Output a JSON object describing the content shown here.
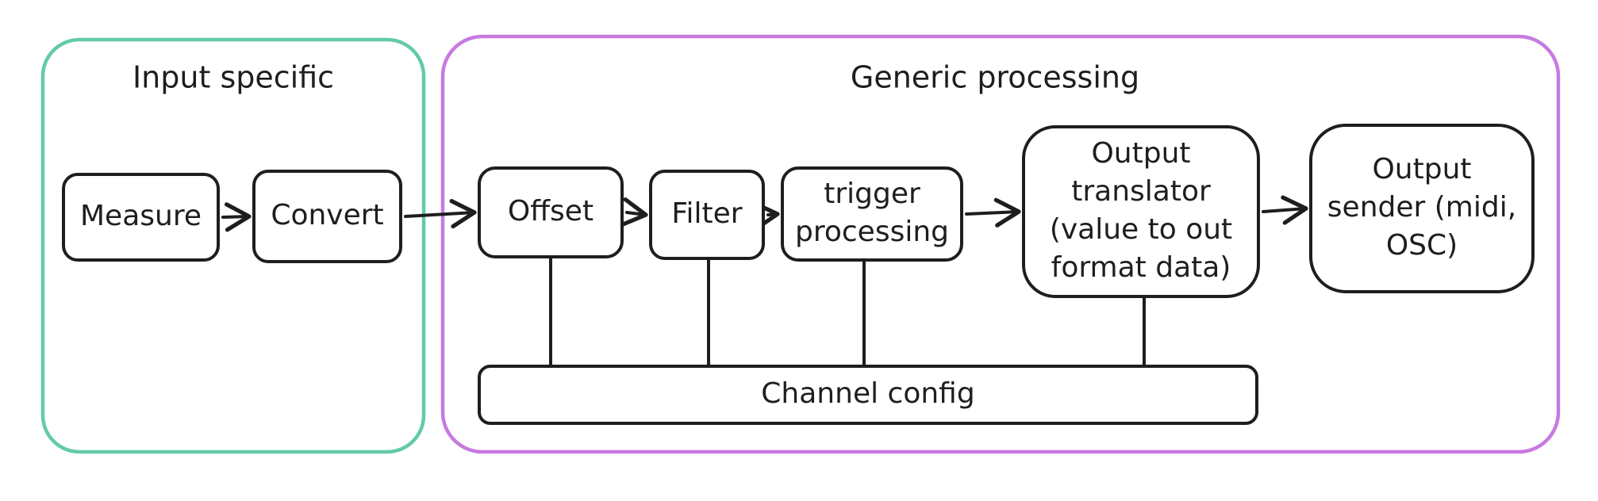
{
  "groups": [
    {
      "id": "input",
      "title": "Input specific",
      "color": "#63cba5"
    },
    {
      "id": "generic",
      "title": "Generic processing",
      "color": "#c87ae0"
    }
  ],
  "nodes": [
    {
      "id": "measure",
      "lines": [
        "Measure"
      ]
    },
    {
      "id": "convert",
      "lines": [
        "Convert"
      ]
    },
    {
      "id": "offset",
      "lines": [
        "Offset"
      ]
    },
    {
      "id": "filter",
      "lines": [
        "Filter"
      ]
    },
    {
      "id": "trigger",
      "lines": [
        "trigger",
        "processing"
      ]
    },
    {
      "id": "translator",
      "lines": [
        "Output",
        "translator",
        "(value to out",
        "format data)"
      ]
    },
    {
      "id": "sender",
      "lines": [
        "Output",
        "sender (midi,",
        "OSC)"
      ]
    },
    {
      "id": "config",
      "lines": [
        "Channel config"
      ]
    }
  ],
  "edges": [
    {
      "from": "measure",
      "to": "convert"
    },
    {
      "from": "convert",
      "to": "offset"
    },
    {
      "from": "offset",
      "to": "filter"
    },
    {
      "from": "filter",
      "to": "trigger"
    },
    {
      "from": "trigger",
      "to": "translator"
    },
    {
      "from": "translator",
      "to": "sender"
    }
  ],
  "links": [
    {
      "from": "offset",
      "to": "config"
    },
    {
      "from": "filter",
      "to": "config"
    },
    {
      "from": "trigger",
      "to": "config"
    },
    {
      "from": "translator",
      "to": "config"
    }
  ],
  "colors": {
    "stroke": "#1e1e1e",
    "background": "#ffffff"
  }
}
